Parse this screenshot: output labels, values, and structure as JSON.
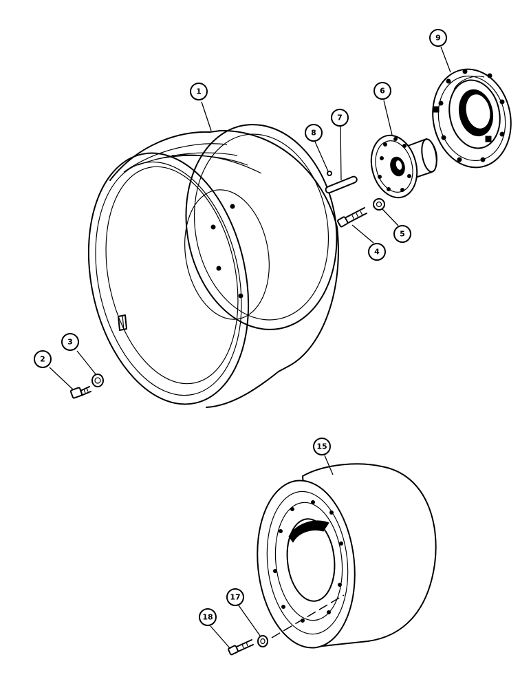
{
  "callouts": [
    {
      "id": "1",
      "label": "1"
    },
    {
      "id": "2",
      "label": "2"
    },
    {
      "id": "3",
      "label": "3"
    },
    {
      "id": "4",
      "label": "4"
    },
    {
      "id": "5",
      "label": "5"
    },
    {
      "id": "6",
      "label": "6"
    },
    {
      "id": "7",
      "label": "7"
    },
    {
      "id": "8",
      "label": "8"
    },
    {
      "id": "9",
      "label": "9"
    },
    {
      "id": "15",
      "label": "15"
    },
    {
      "id": "17",
      "label": "17"
    },
    {
      "id": "18",
      "label": "18"
    }
  ]
}
